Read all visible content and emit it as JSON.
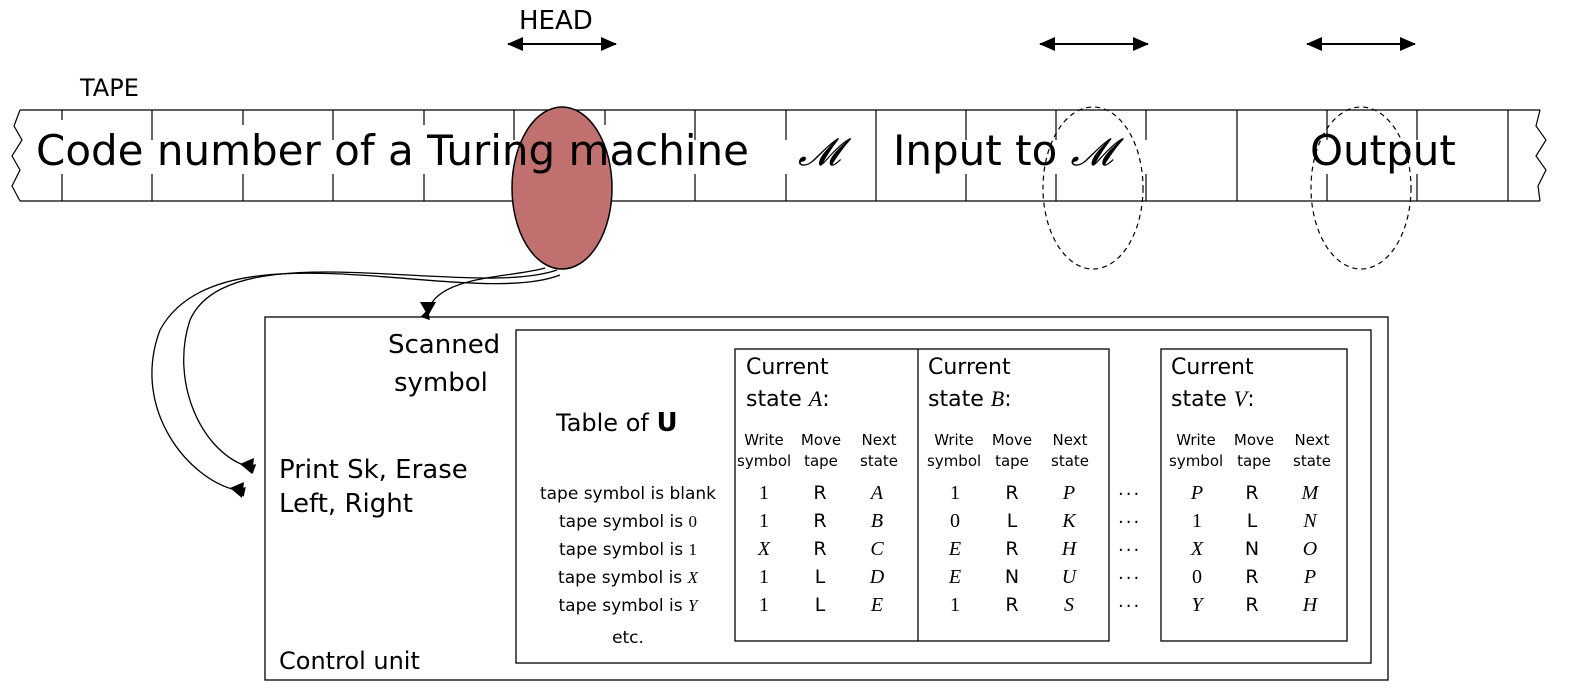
{
  "labels": {
    "head": "HEAD",
    "tape": "TAPE",
    "scanned_symbol_1": "Scanned",
    "scanned_symbol_2": "symbol",
    "print_line": "Print Sk, Erase",
    "move_line": "Left, Right",
    "control_unit": "Control unit",
    "table_title_prefix": "Table of ",
    "table_title_bold": "U"
  },
  "tape": {
    "code_text": "Code number of a Turing machine",
    "machine_symbol": "𝓜",
    "input_text": "Input to ",
    "input_symbol": "𝓜",
    "output_text": "Output"
  },
  "table": {
    "states": [
      {
        "line1": "Current",
        "line2": "state ",
        "name": "A",
        "colon": ":"
      },
      {
        "line1": "Current",
        "line2": "state ",
        "name": "B",
        "colon": ":"
      },
      {
        "line1": "Current",
        "line2": "state ",
        "name": "V",
        "colon": ":"
      }
    ],
    "column_headers": [
      {
        "l1": "Write",
        "l2": "symbol"
      },
      {
        "l1": "Move",
        "l2": "tape"
      },
      {
        "l1": "Next",
        "l2": "state"
      }
    ],
    "row_labels": [
      {
        "text": "tape symbol is blank",
        "sym": ""
      },
      {
        "text": "tape symbol is ",
        "sym": "0"
      },
      {
        "text": "tape symbol is ",
        "sym": "1"
      },
      {
        "text": "tape symbol is ",
        "sym": "X"
      },
      {
        "text": "tape symbol is ",
        "sym": "Y"
      },
      {
        "text": "etc.",
        "sym": ""
      }
    ],
    "ellipsis": "···",
    "rows": [
      [
        [
          "1",
          "R",
          "A"
        ],
        [
          "1",
          "R",
          "P"
        ],
        [
          "P",
          "R",
          "M"
        ]
      ],
      [
        [
          "1",
          "R",
          "B"
        ],
        [
          "0",
          "L",
          "K"
        ],
        [
          "1",
          "L",
          "N"
        ]
      ],
      [
        [
          "X",
          "R",
          "C"
        ],
        [
          "E",
          "R",
          "H"
        ],
        [
          "X",
          "N",
          "O"
        ]
      ],
      [
        [
          "1",
          "L",
          "D"
        ],
        [
          "E",
          "N",
          "U"
        ],
        [
          "0",
          "R",
          "P"
        ]
      ],
      [
        [
          "1",
          "L",
          "E"
        ],
        [
          "1",
          "R",
          "S"
        ],
        [
          "Y",
          "R",
          "H"
        ]
      ]
    ]
  },
  "colors": {
    "head_fill": "#c0706f",
    "head_text_tint": "#6a0f0f",
    "stroke": "#000000"
  }
}
